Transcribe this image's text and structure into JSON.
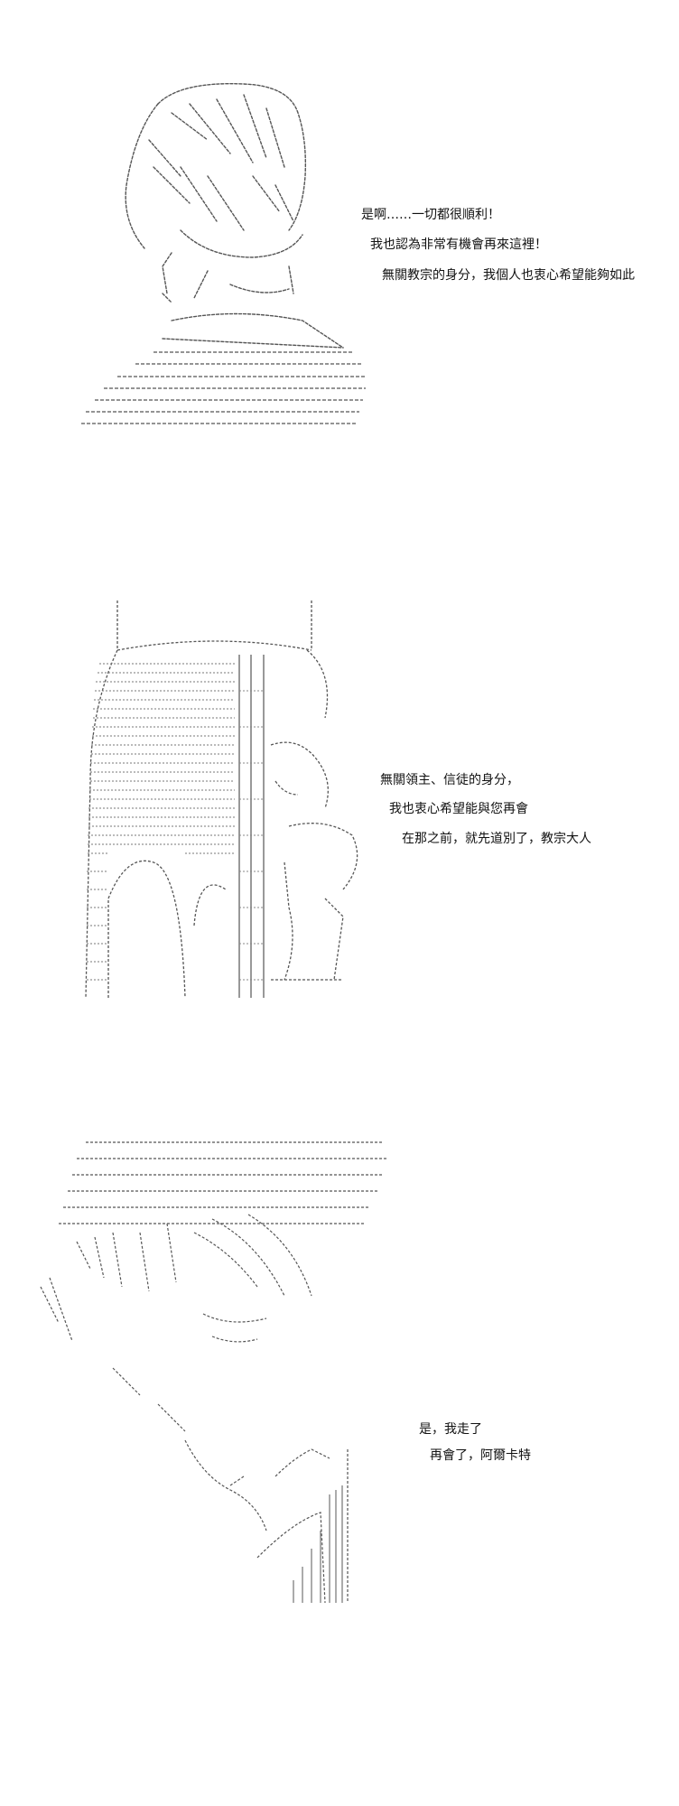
{
  "panels": [
    {
      "art": "ascii-art-character-portrait-smiling",
      "lines": [
        "是啊……一切都很順利！",
        "我也認為非常有機會再來這裡！",
        "無關教宗的身分，我個人也衷心希望能夠如此"
      ]
    },
    {
      "art": "ascii-art-character-beside-pillar",
      "lines": [
        "無關領主、信徒的身分，",
        "我也衷心希望能與您再會",
        "在那之前，就先道別了，教宗大人"
      ]
    },
    {
      "art": "ascii-art-character-profile-head-bowed",
      "lines": [
        "是，我走了",
        "再會了，阿爾卡特"
      ]
    }
  ],
  "colors": {
    "ink": "#111111",
    "paper": "#ffffff",
    "art_line": "#555555"
  }
}
